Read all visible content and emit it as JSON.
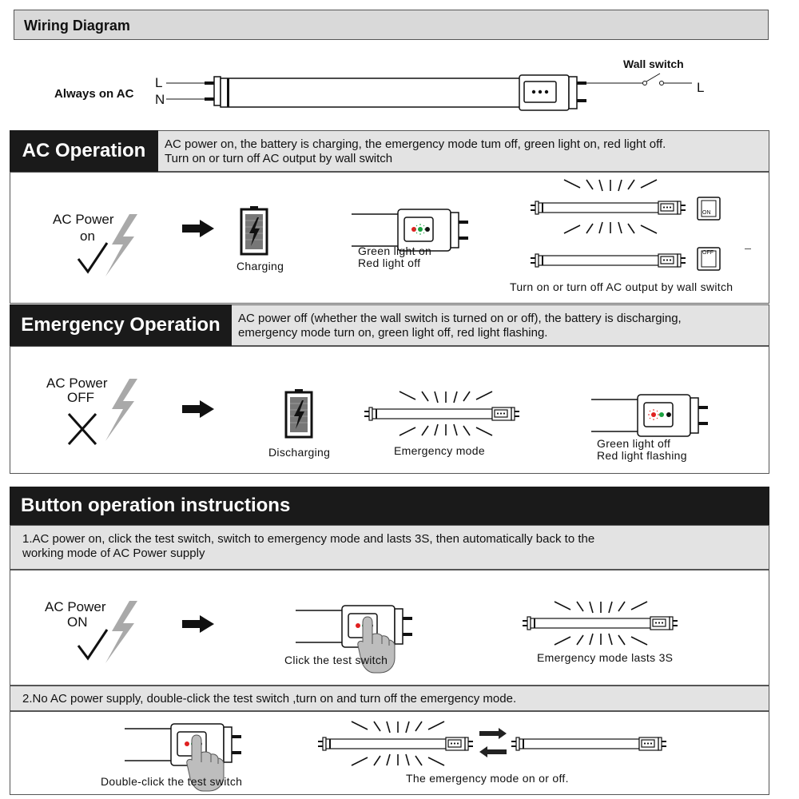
{
  "wiring": {
    "title": "Wiring Diagram",
    "always_on": "Always on AC",
    "l_label": "L",
    "n_label": "N",
    "switch_label": "Wall switch",
    "right_l": "L"
  },
  "ac_operation": {
    "label": "AC Operation",
    "desc_line1": "AC power on, the battery is charging, the emergency mode tum off, green light on, red light off.",
    "desc_line2": "Turn on or turn off AC output by wall switch",
    "ac_power": "AC Power",
    "ac_on": "on",
    "charging": "Charging",
    "green_on": "Green light on",
    "red_off": "Red light off",
    "on_btn": "ON",
    "off_btn": "OFF",
    "caption": "Turn on or turn off AC output by wall switch"
  },
  "emergency_operation": {
    "label": "Emergency Operation",
    "desc_line1": "AC power off (whether the wall switch is turned on or off), the battery is discharging,",
    "desc_line2": "emergency mode turn on, green light off, red light flashing.",
    "ac_power": "AC Power",
    "ac_off": "OFF",
    "discharging": "Discharging",
    "emergency_mode": "Emergency mode",
    "green_off": "Green light off",
    "red_flashing": "Red light flashing"
  },
  "button_ops": {
    "title": "Button operation instructions",
    "step1_line1": "1.AC power on, click the test switch, switch to emergency mode and lasts 3S,  then  automatically  back  to  the",
    "step1_line2": "working  mode  of  AC Power supply",
    "ac_power": "AC Power",
    "ac_on": "ON",
    "click_caption": "Click the test switch",
    "lasts_caption": "Emergency mode lasts 3S",
    "step2": "2.No AC power supply, double-click the test switch ,turn on and turn off the emergency mode.",
    "double_caption": "Double-click the test switch",
    "onoff_caption": "The emergency mode on or off."
  }
}
